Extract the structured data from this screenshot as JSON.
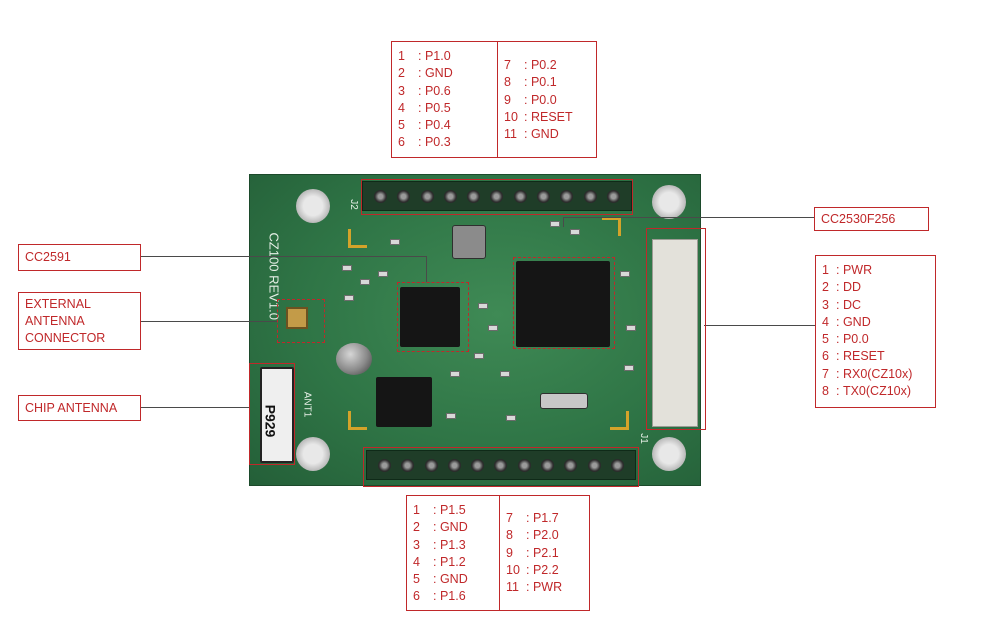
{
  "top_pinout": {
    "left": [
      {
        "num": "1",
        "name": "P1.0"
      },
      {
        "num": "2",
        "name": "GND"
      },
      {
        "num": "3",
        "name": "P0.6"
      },
      {
        "num": "4",
        "name": "P0.5"
      },
      {
        "num": "5",
        "name": "P0.4"
      },
      {
        "num": "6",
        "name": "P0.3"
      }
    ],
    "right": [
      {
        "num": "7",
        "name": "P0.2"
      },
      {
        "num": "8",
        "name": "P0.1"
      },
      {
        "num": "9",
        "name": "P0.0"
      },
      {
        "num": "10",
        "name": "RESET"
      },
      {
        "num": "11",
        "name": "GND"
      }
    ]
  },
  "bottom_pinout": {
    "left": [
      {
        "num": "1",
        "name": "P1.5"
      },
      {
        "num": "2",
        "name": "GND"
      },
      {
        "num": "3",
        "name": "P1.3"
      },
      {
        "num": "4",
        "name": "P1.2"
      },
      {
        "num": "5",
        "name": "GND"
      },
      {
        "num": "6",
        "name": "P1.6"
      }
    ],
    "right": [
      {
        "num": "7",
        "name": "P1.7"
      },
      {
        "num": "8",
        "name": "P2.0"
      },
      {
        "num": "9",
        "name": "P2.1"
      },
      {
        "num": "10",
        "name": "P2.2"
      },
      {
        "num": "11",
        "name": "PWR"
      }
    ]
  },
  "right_pinout": [
    {
      "num": "1",
      "name": "PWR"
    },
    {
      "num": "2",
      "name": "DD"
    },
    {
      "num": "3",
      "name": "DC"
    },
    {
      "num": "4",
      "name": "GND"
    },
    {
      "num": "5",
      "name": "P0.0"
    },
    {
      "num": "6",
      "name": "RESET"
    },
    {
      "num": "7",
      "name": "RX0(CZ10x)"
    },
    {
      "num": "8",
      "name": "TX0(CZ10x)"
    }
  ],
  "labels": {
    "cc2530": "CC2530F256",
    "cc2591": "CC2591",
    "ext_antenna": [
      "EXTERNAL",
      "ANTENNA",
      "CONNECTOR"
    ],
    "chip_antenna": "CHIP ANTENNA"
  },
  "silkscreen": {
    "board_name": "CZ100 REV1.0",
    "antenna_part": "P929",
    "ant_ref": "ANT1",
    "header_top_ref": "J2",
    "header_bottom_ref": "J1"
  },
  "colors": {
    "annotation": "#c0282a",
    "pcb_green": "#2f7546",
    "leader_line": "#4a4a4a"
  }
}
